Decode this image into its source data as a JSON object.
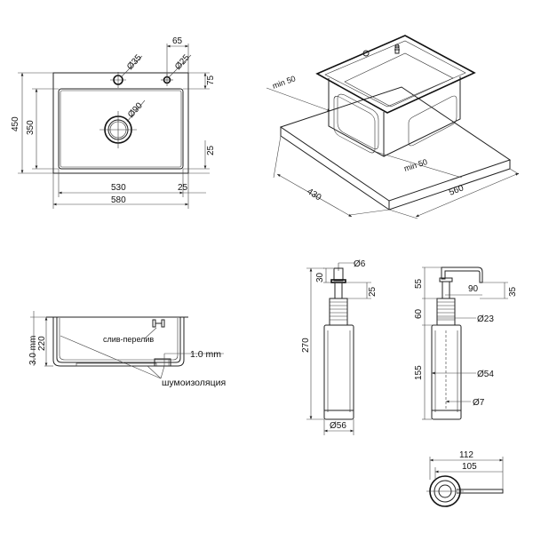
{
  "top_view": {
    "dia_35": "Ø35",
    "dia_25": "Ø25",
    "dia_90": "Ø90",
    "dim_65": "65",
    "dim_75": "75",
    "dim_450": "450",
    "dim_350": "350",
    "dim_25_right": "25",
    "dim_530": "530",
    "dim_25_bottom": "25",
    "dim_580": "580"
  },
  "iso_view": {
    "min_50_a": "min 50",
    "min_50_b": "min 50",
    "dim_430": "430",
    "dim_560": "560"
  },
  "section_view": {
    "dim_3mm": "3.0 mm",
    "dim_220": "220",
    "overflow_label": "слив-перелив",
    "dim_1mm": "1.0 mm",
    "insulation_label": "шумоизоляция"
  },
  "dispenser_front": {
    "dia_6": "Ø6",
    "dim_30": "30",
    "dim_25": "25",
    "dim_270": "270",
    "dia_56": "Ø56"
  },
  "dispenser_side": {
    "dim_55": "55",
    "dim_90": "90",
    "dim_35": "35",
    "dim_60": "60",
    "dia_23": "Ø23",
    "dim_155": "155",
    "dia_54": "Ø54",
    "dia_7": "Ø7"
  },
  "dispenser_top": {
    "dim_112": "112",
    "dim_105": "105"
  }
}
